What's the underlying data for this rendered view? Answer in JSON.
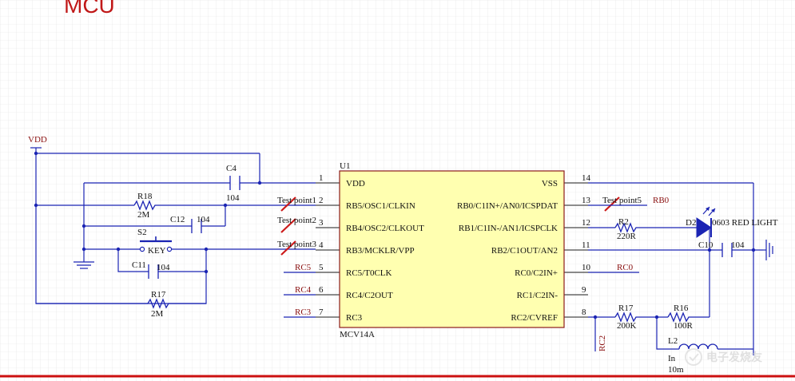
{
  "title": "MCU",
  "ic": {
    "designator": "U1",
    "part": "MCV14A",
    "left_pins": [
      {
        "num": "1",
        "name": "VDD"
      },
      {
        "num": "2",
        "name": "RB5/OSC1/CLKIN"
      },
      {
        "num": "3",
        "name": "RB4/OSC2/CLKOUT"
      },
      {
        "num": "4",
        "name": "RB3/MCKLR/VPP"
      },
      {
        "num": "5",
        "name": "RC5/T0CLK"
      },
      {
        "num": "6",
        "name": "RC4/C2OUT"
      },
      {
        "num": "7",
        "name": "RC3"
      }
    ],
    "right_pins": [
      {
        "num": "14",
        "name": "VSS"
      },
      {
        "num": "13",
        "name": "RB0/C1IN+/AN0/ICSPDAT"
      },
      {
        "num": "12",
        "name": "RB1/C1IN-/AN1/ICSPCLK"
      },
      {
        "num": "11",
        "name": "RB2/C1OUT/AN2"
      },
      {
        "num": "10",
        "name": "RC0/C2IN+"
      },
      {
        "num": "9",
        "name": "RC1/C2IN-"
      },
      {
        "num": "8",
        "name": "RC2/CVREF"
      }
    ]
  },
  "power": {
    "vdd": "VDD"
  },
  "components": {
    "c4": {
      "ref": "C4",
      "value": "104"
    },
    "r18": {
      "ref": "R18",
      "value": "2M"
    },
    "c12": {
      "ref": "C12",
      "value": "104"
    },
    "s2": {
      "ref": "S2",
      "value": "KEY"
    },
    "c11": {
      "ref": "C11",
      "value": "104"
    },
    "r17_left": {
      "ref": "R17",
      "value": "2M"
    },
    "r2": {
      "ref": "R2",
      "value": "220R"
    },
    "d2": {
      "ref": "D2",
      "value": "0603 RED LIGHT"
    },
    "c10": {
      "ref": "C10",
      "value": "104"
    },
    "r17_right": {
      "ref": "R17",
      "value": "200K"
    },
    "r16": {
      "ref": "R16",
      "value": "100R"
    },
    "l2": {
      "ref": "L2",
      "value_line1": "In",
      "value_line2": "10m"
    }
  },
  "test_points": {
    "tp1": "Test point1",
    "tp2": "Test point2",
    "tp3": "Test point3",
    "tp5": "Test point5"
  },
  "nets": {
    "rb0": "RB0",
    "rc0": "RC0",
    "rc5": "RC5",
    "rc4": "RC4",
    "rc3": "RC3",
    "rc2": "RC2"
  },
  "colors": {
    "wire": "#1b24b3",
    "ic_fill": "#ffffb0",
    "ic_border": "#8b1a1a",
    "net_label": "#8a1010",
    "title": "#c01818",
    "test_point": "#cc1a1a",
    "led": "#1b24b3",
    "frame_line": "#cc1111"
  },
  "watermark_icon": "electronic-enthusiasts-logo"
}
